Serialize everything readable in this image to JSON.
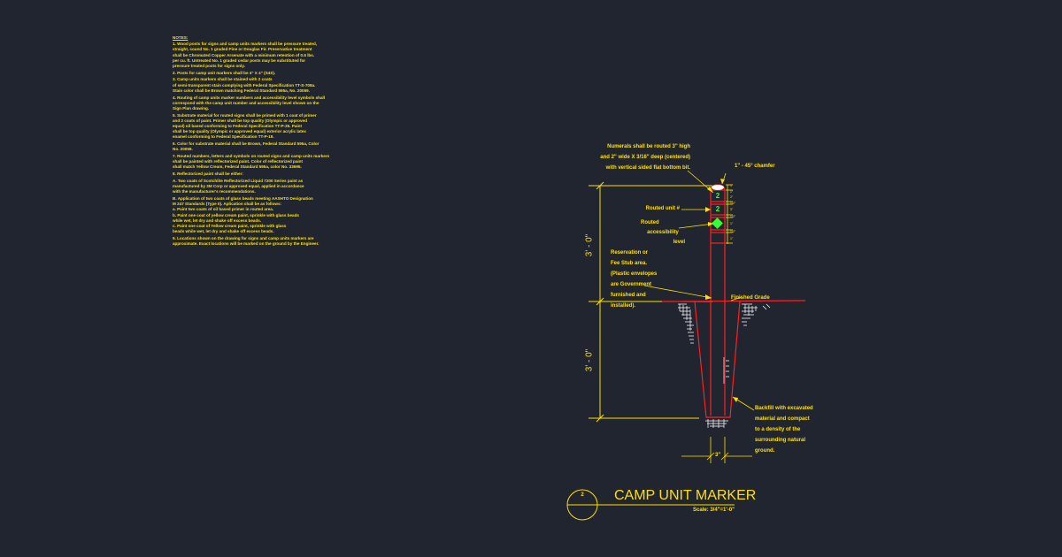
{
  "notes": {
    "title": "NOTES:",
    "lines": [
      {
        "text": "1.  Wood posts for signs and camp units markers shall be pressure treated,",
        "gap": false
      },
      {
        "text": "     straight, sound No. 1 graded Pine or Douglas Fir.  Preservative treatment",
        "gap": false
      },
      {
        "text": "     shall be Chromated Copper Arsenate with a minimum retention of 0.6 lbs.",
        "gap": false
      },
      {
        "text": "     per cu. ft.  Untreated No. 1 graded cedar posts may be substituted for",
        "gap": false
      },
      {
        "text": "     pressure treated posts for signs only.",
        "gap": false
      },
      {
        "text": "2.  Posts for camp unit markers shall be 4\" X 4\" (S4S).",
        "gap": true
      },
      {
        "text": "3.  Camp units markers shall be stained with 2 coats",
        "gap": true
      },
      {
        "text": "     of semi-transparent stain complying with Federal Specification TT-S-708a.",
        "gap": false
      },
      {
        "text": "     Stain color shall be Brown matching Federal Standard 595a, No. 20059.",
        "gap": false
      },
      {
        "text": "4.  Routing of camp units marker numbers and accessibility level symbols shall",
        "gap": true
      },
      {
        "text": "     correspond with the camp unit number and accessibility level shown on the",
        "gap": false
      },
      {
        "text": "     Sign Plan drawing.",
        "gap": false
      },
      {
        "text": "5.  Substrate material for routed signs shall be primed with 1 coat of primer",
        "gap": true
      },
      {
        "text": "     and 2 coats of paint.  Primer shall be top quality (Olympic or approved",
        "gap": false
      },
      {
        "text": "     equal)  oil based conforming to Federal Specification TT-P-25.  Paint",
        "gap": false
      },
      {
        "text": "     shall be top quality (Olympic or approved equal) exterior acrylic latex",
        "gap": false
      },
      {
        "text": "     enamel conforming to Federal Specification TT-P-19.",
        "gap": false
      },
      {
        "text": "6.  Color for substrate material shall be Brown, Federal Standard 595a, Color",
        "gap": true
      },
      {
        "text": "     No. 20059.",
        "gap": false
      },
      {
        "text": "7.  Routed numbers, letters and symbols on routed signs and camp units markers",
        "gap": true
      },
      {
        "text": "     shall be painted with reflectorized paint.  Color of reflectorized paint",
        "gap": false
      },
      {
        "text": "     shall match Yellow Cream, Federal Standard 595a, color No. 33695.",
        "gap": false
      },
      {
        "text": "8.  Reflectorized paint shall be either:",
        "gap": true
      },
      {
        "text": "       A.  Two coats of Scotchlite Reflectorized Liquid 7200 Series paint as",
        "gap": true
      },
      {
        "text": "            manufactured by 3M Corp or approved equal, applied in accordance",
        "gap": false
      },
      {
        "text": "            with the manufacturer's recommendations.",
        "gap": false
      },
      {
        "text": "       B.  Application of two coats of glass beads meeting AASHTO Designation",
        "gap": true
      },
      {
        "text": "            M 247 Standards (Type II).  Aplication shall be as follows:",
        "gap": false
      },
      {
        "text": "         a.  Paint two coats of oil based primer in routed area.",
        "gap": false
      },
      {
        "text": "         b.  Paint one coat of yellow cream paint, sprinkle with glass beads",
        "gap": false
      },
      {
        "text": "              while wet, let dry and shake off excess beads.",
        "gap": false
      },
      {
        "text": "         c.  Paint one coat of Yellow cream paint, sprinkle with glass",
        "gap": false
      },
      {
        "text": "              beads while wet, let dry and shake off excess beads.",
        "gap": false
      },
      {
        "text": "9.  Locations shown on the drawing for signs and camp units markers are",
        "gap": true
      },
      {
        "text": "     approximate.  Exact locations will be marked on the ground by the Engineer.",
        "gap": false
      }
    ]
  },
  "callouts": {
    "numerals_line1": "Numerals shall be routed 3\" high",
    "numerals_line2": "and 2\" wide X 3/16\" deep (centered)",
    "numerals_line3": "with vertical sided flat bottom bit.",
    "chamfer": "1\" - 45° chamfer",
    "routed_unit": "Routed unit #",
    "routed_access_1": "Routed",
    "routed_access_2": "accessibility",
    "routed_access_3": "level",
    "reservation_1": "Reservation or",
    "reservation_2": "Fee Stub area.",
    "reservation_3": "(Plastic envelopes",
    "reservation_4": "are Government",
    "reservation_5": "furnished and",
    "reservation_6": "installed).",
    "finished_grade": "Finished Grade",
    "backfill_1": "Backfill with excavated",
    "backfill_2": "material and compact",
    "backfill_3": "to a density of the",
    "backfill_4": "surrounding natural",
    "backfill_5": "ground."
  },
  "dimensions": {
    "upper_height": "3' - 0\"",
    "lower_depth": "3' - 0\"",
    "post_width": "3\"",
    "small_dims": [
      "1\"",
      "1\"",
      "2\"",
      "1/2\"",
      "3\"",
      "1/2\"",
      "1\"",
      "1/2\"",
      "1\""
    ]
  },
  "marker": {
    "numeral_top": "2",
    "numeral_bottom": "2"
  },
  "title_block": {
    "number": "2",
    "title": "CAMP UNIT MARKER",
    "scale": "Scale: 3/4\"=1'-0\""
  },
  "colors": {
    "background": "#212530",
    "annotation": "#ffe000",
    "post": "#ff2020",
    "symbol": "#33ff33",
    "hatch": "#ffffff"
  }
}
